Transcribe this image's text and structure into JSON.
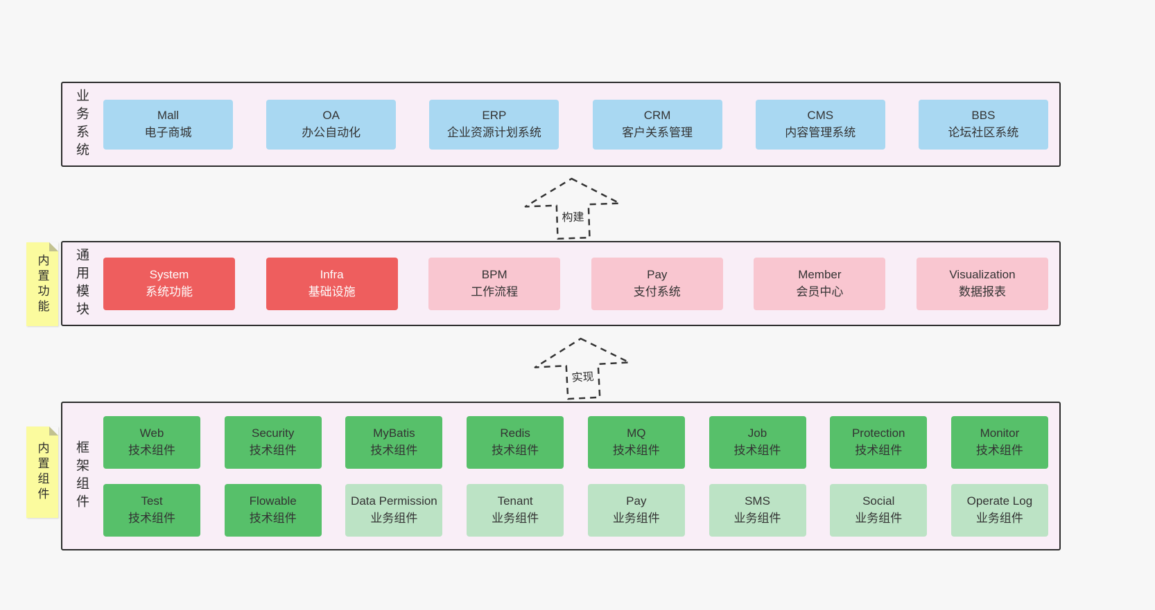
{
  "business_layer": {
    "side_label": "业务系统",
    "boxes": [
      {
        "title": "Mall",
        "subtitle": "电子商城"
      },
      {
        "title": "OA",
        "subtitle": "办公自动化"
      },
      {
        "title": "ERP",
        "subtitle": "企业资源计划系统"
      },
      {
        "title": "CRM",
        "subtitle": "客户关系管理"
      },
      {
        "title": "CMS",
        "subtitle": "内容管理系统"
      },
      {
        "title": "BBS",
        "subtitle": "论坛社区系统"
      }
    ]
  },
  "arrows": {
    "build_label": "构建",
    "implement_label": "实现"
  },
  "module_layer": {
    "sticky_label": "内置功能",
    "side_label": "通用模块",
    "boxes": [
      {
        "title": "System",
        "subtitle": "系统功能"
      },
      {
        "title": "Infra",
        "subtitle": "基础设施"
      },
      {
        "title": "BPM",
        "subtitle": "工作流程"
      },
      {
        "title": "Pay",
        "subtitle": "支付系统"
      },
      {
        "title": "Member",
        "subtitle": "会员中心"
      },
      {
        "title": "Visualization",
        "subtitle": "数据报表"
      }
    ]
  },
  "component_layer": {
    "sticky_label": "内置组件",
    "side_label": "框架组件",
    "row1": [
      {
        "title": "Web",
        "subtitle": "技术组件"
      },
      {
        "title": "Security",
        "subtitle": "技术组件"
      },
      {
        "title": "MyBatis",
        "subtitle": "技术组件"
      },
      {
        "title": "Redis",
        "subtitle": "技术组件"
      },
      {
        "title": "MQ",
        "subtitle": "技术组件"
      },
      {
        "title": "Job",
        "subtitle": "技术组件"
      },
      {
        "title": "Protection",
        "subtitle": "技术组件"
      },
      {
        "title": "Monitor",
        "subtitle": "技术组件"
      }
    ],
    "row2": [
      {
        "title": "Test",
        "subtitle": "技术组件"
      },
      {
        "title": "Flowable",
        "subtitle": "技术组件"
      },
      {
        "title": "Data Permission",
        "subtitle": "业务组件"
      },
      {
        "title": "Tenant",
        "subtitle": "业务组件"
      },
      {
        "title": "Pay",
        "subtitle": "业务组件"
      },
      {
        "title": "SMS",
        "subtitle": "业务组件"
      },
      {
        "title": "Social",
        "subtitle": "业务组件"
      },
      {
        "title": "Operate Log",
        "subtitle": "业务组件"
      }
    ]
  },
  "colors": {
    "page_background": "#f7f7f7",
    "container_background": "#f9eef7",
    "container_border": "#2b2b2b",
    "business_box": "#a9d8f2",
    "core_module_box": "#ee5e5e",
    "optional_module_box": "#f9c6d0",
    "tech_component_box": "#57c06a",
    "biz_component_box": "#bce3c5",
    "sticky_note": "#fbfb9e"
  }
}
